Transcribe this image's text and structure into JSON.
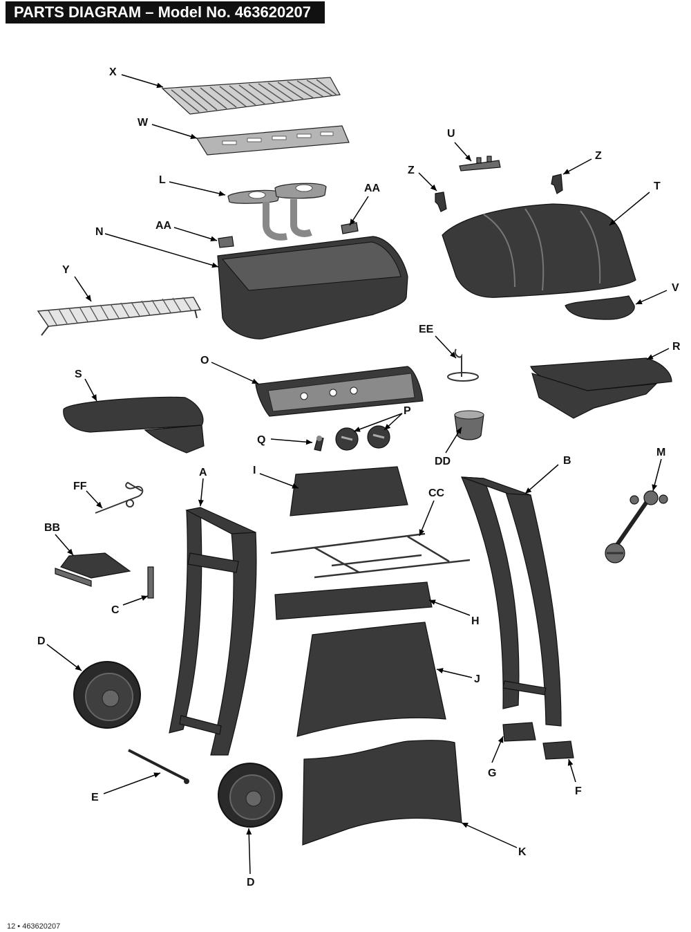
{
  "header": {
    "title": "PARTS DIAGRAM – Model No. 463620207"
  },
  "footer": {
    "text": "12 • 463620207"
  },
  "labels": {
    "X": "X",
    "W": "W",
    "U": "U",
    "Z1": "Z",
    "Z2": "Z",
    "T": "T",
    "L": "L",
    "AA1": "AA",
    "AA2": "AA",
    "N": "N",
    "Y": "Y",
    "V": "V",
    "EE": "EE",
    "O": "O",
    "R": "R",
    "S": "S",
    "P": "P",
    "Q": "Q",
    "DD": "DD",
    "M": "M",
    "A": "A",
    "I": "I",
    "B": "B",
    "FF": "FF",
    "CC": "CC",
    "BB": "BB",
    "C": "C",
    "H": "H",
    "D1": "D",
    "J": "J",
    "G": "G",
    "F": "F",
    "E": "E",
    "K": "K",
    "D2": "D"
  },
  "colors": {
    "part_dark": "#3a3a3a",
    "part_light": "#9a9a9a",
    "title_bg": "#111111"
  }
}
